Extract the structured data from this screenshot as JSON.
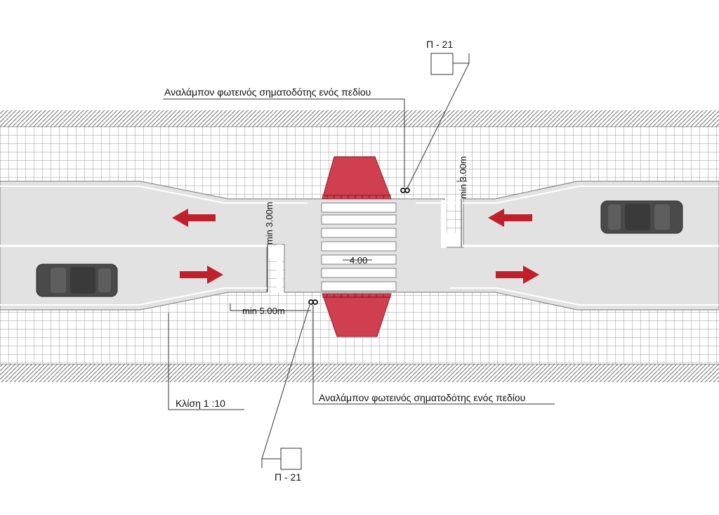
{
  "labels": {
    "sign_top": "Π - 21",
    "sign_bottom": "Π - 21",
    "flasher_top": "Αναλάμπον φωτεινός σηματοδότης ενός πεδίου",
    "flasher_bottom": "Αναλάμπον φωτεινός σηματοδότης ενός πεδίου",
    "min_width_center": "min 3.00m",
    "min_width_right": "min 3.00m",
    "crossing_width": "4.00",
    "min_length": "min 5.00m",
    "slope": "Κλίση 1 :10"
  },
  "colors": {
    "road": "#e2e2e2",
    "sidewalk_grid": "#9a9a9a",
    "ramp_red": "#cf3f50",
    "arrow_red": "#c0202b",
    "car_body": "#4a4a4a"
  },
  "icons": [
    "traffic-flasher-icon",
    "sign-p21-icon",
    "car-icon",
    "direction-arrow-icon"
  ]
}
